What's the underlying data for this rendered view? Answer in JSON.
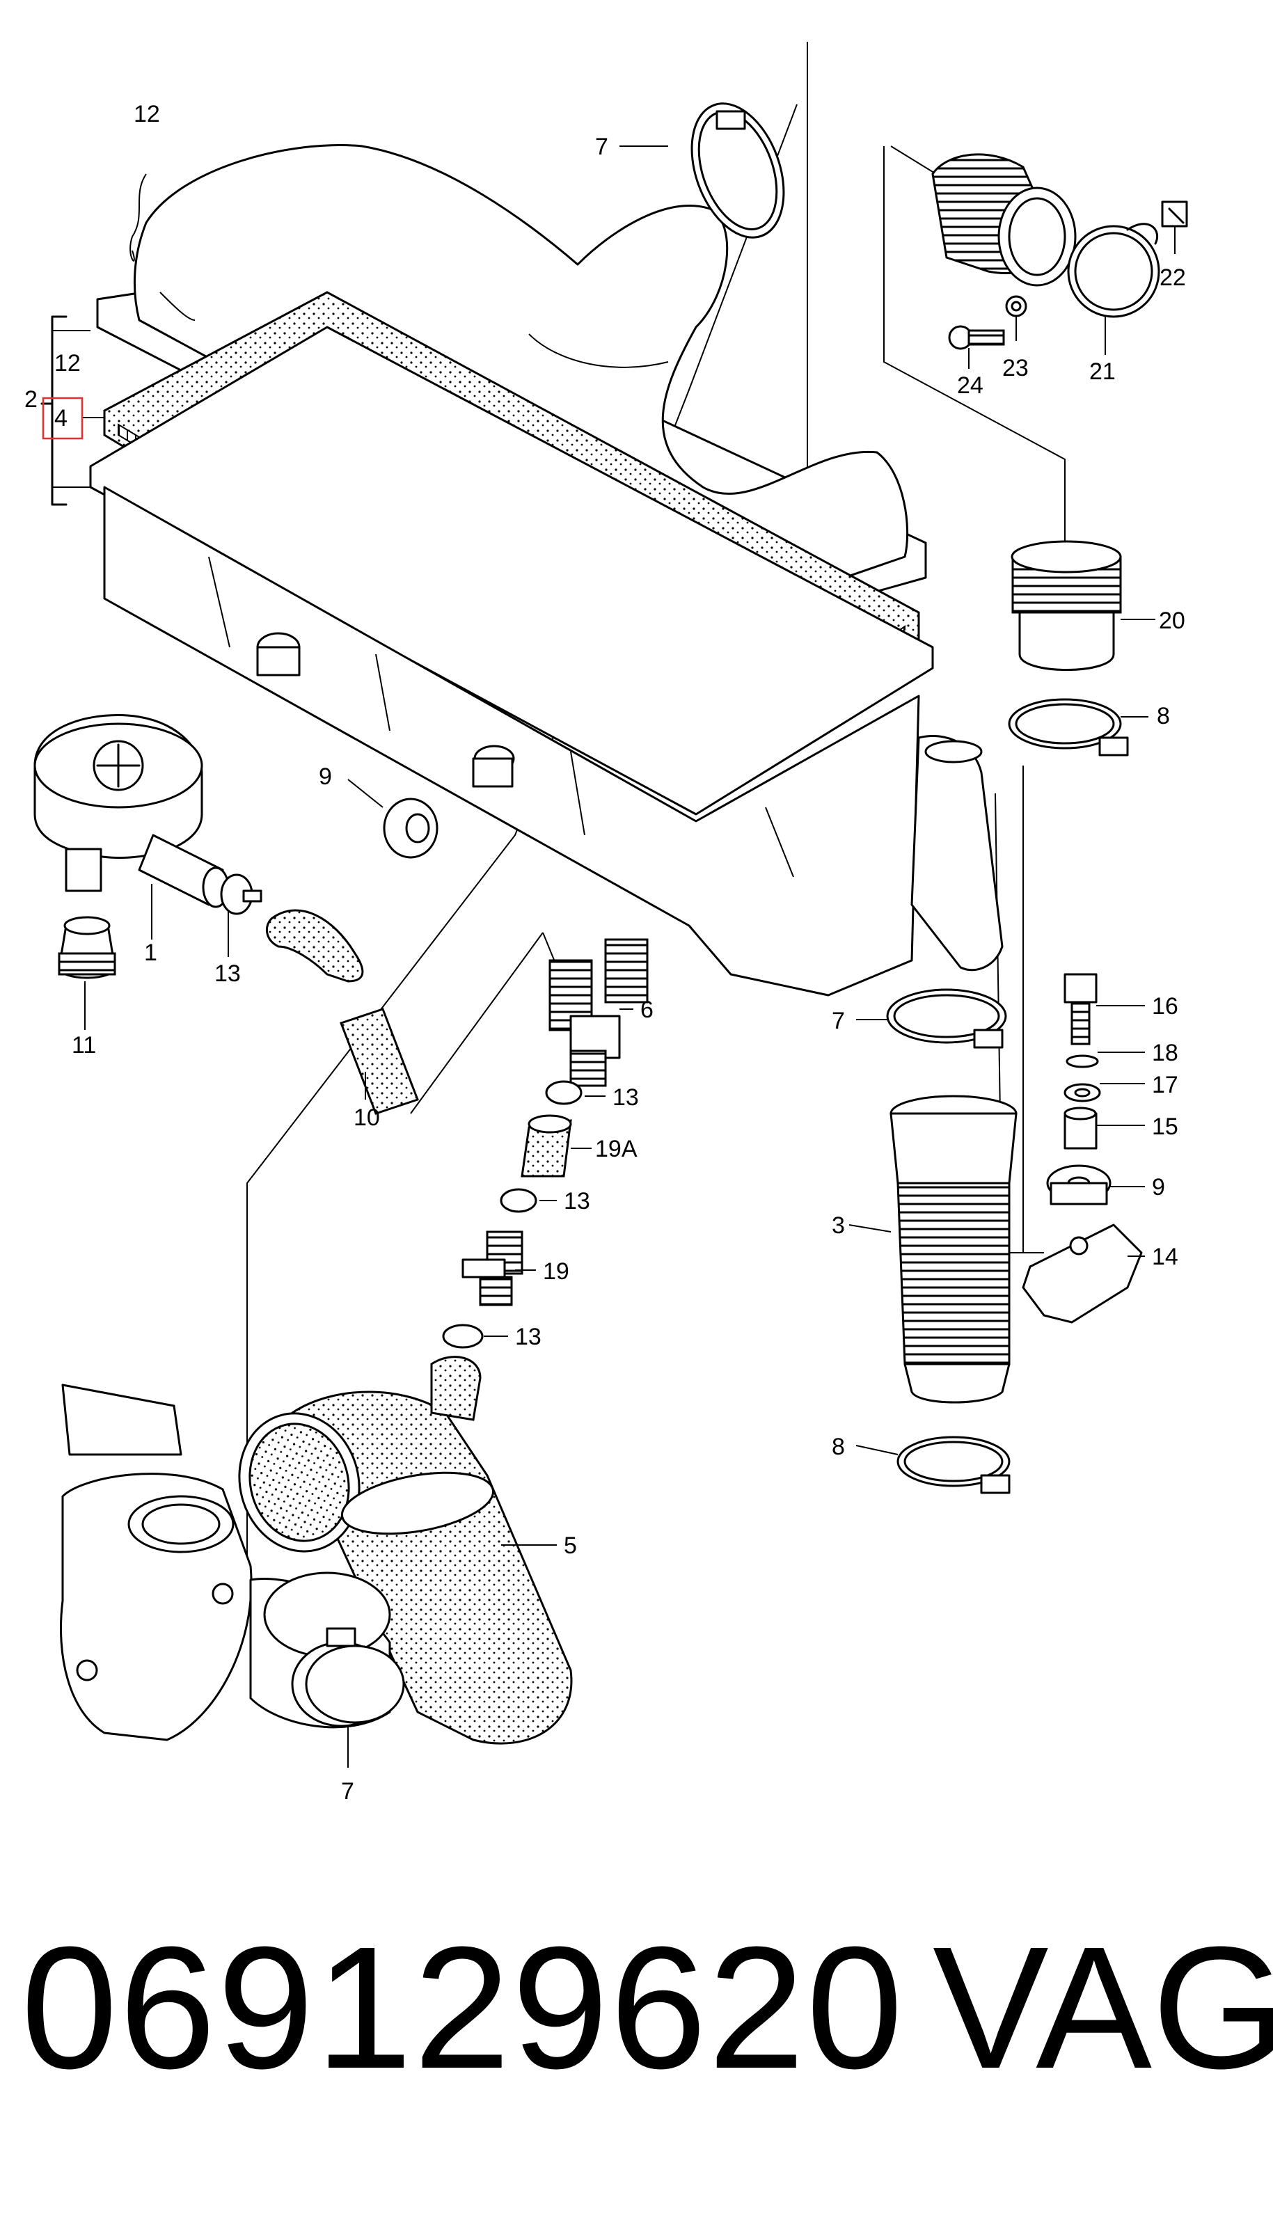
{
  "diagram": {
    "callouts": [
      {
        "id": "c12a",
        "label": "12"
      },
      {
        "id": "c7a",
        "label": "7"
      },
      {
        "id": "c2",
        "label": "2"
      },
      {
        "id": "c12b",
        "label": "12"
      },
      {
        "id": "c4",
        "label": "4"
      },
      {
        "id": "c22",
        "label": "22"
      },
      {
        "id": "c24",
        "label": "24"
      },
      {
        "id": "c23",
        "label": "23"
      },
      {
        "id": "c21",
        "label": "21"
      },
      {
        "id": "c20",
        "label": "20"
      },
      {
        "id": "c8a",
        "label": "8"
      },
      {
        "id": "c9a",
        "label": "9"
      },
      {
        "id": "c1",
        "label": "1"
      },
      {
        "id": "c13a",
        "label": "13"
      },
      {
        "id": "c11",
        "label": "11"
      },
      {
        "id": "c10",
        "label": "10"
      },
      {
        "id": "c6",
        "label": "6"
      },
      {
        "id": "c13b",
        "label": "13"
      },
      {
        "id": "c19a",
        "label": "19A"
      },
      {
        "id": "c13c",
        "label": "13"
      },
      {
        "id": "c19",
        "label": "19"
      },
      {
        "id": "c13d",
        "label": "13"
      },
      {
        "id": "c7b",
        "label": "7"
      },
      {
        "id": "c16",
        "label": "16"
      },
      {
        "id": "c18",
        "label": "18"
      },
      {
        "id": "c17",
        "label": "17"
      },
      {
        "id": "c15",
        "label": "15"
      },
      {
        "id": "c9b",
        "label": "9"
      },
      {
        "id": "c3",
        "label": "3"
      },
      {
        "id": "c14",
        "label": "14"
      },
      {
        "id": "c8b",
        "label": "8"
      },
      {
        "id": "c5",
        "label": "5"
      },
      {
        "id": "c7c",
        "label": "7"
      }
    ],
    "highlight_color": "#e03030"
  },
  "footer": {
    "part_number": "069129620",
    "brand": "VAG"
  }
}
